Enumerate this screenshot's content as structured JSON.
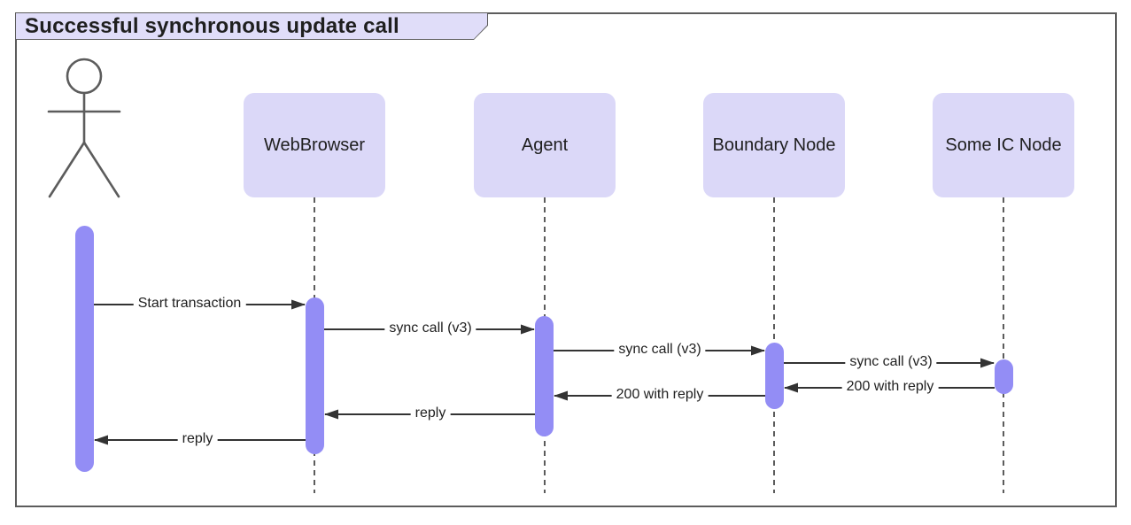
{
  "title": "Successful synchronous update call",
  "participants": [
    {
      "label": "WebBrowser"
    },
    {
      "label": "Agent"
    },
    {
      "label": "Boundary Node"
    },
    {
      "label": "Some IC Node"
    }
  ],
  "messages": [
    {
      "label": "Start transaction",
      "from": "Actor",
      "to": "WebBrowser",
      "direction": "right"
    },
    {
      "label": "sync call (v3)",
      "from": "WebBrowser",
      "to": "Agent",
      "direction": "right"
    },
    {
      "label": "sync call (v3)",
      "from": "Agent",
      "to": "Boundary Node",
      "direction": "right"
    },
    {
      "label": "sync call (v3)",
      "from": "Boundary Node",
      "to": "Some IC Node",
      "direction": "right"
    },
    {
      "label": "200 with reply",
      "from": "Some IC Node",
      "to": "Boundary Node",
      "direction": "left"
    },
    {
      "label": "200 with reply",
      "from": "Boundary Node",
      "to": "Agent",
      "direction": "left"
    },
    {
      "label": "reply",
      "from": "Agent",
      "to": "WebBrowser",
      "direction": "left"
    },
    {
      "label": "reply",
      "from": "WebBrowser",
      "to": "Actor",
      "direction": "left"
    }
  ],
  "colors": {
    "participant_fill": "#DBD8F8",
    "title_fill": "#E0DDF9",
    "activation_fill": "#938DF5",
    "frame_border": "#5C5C5C",
    "line_color": "#333333"
  }
}
